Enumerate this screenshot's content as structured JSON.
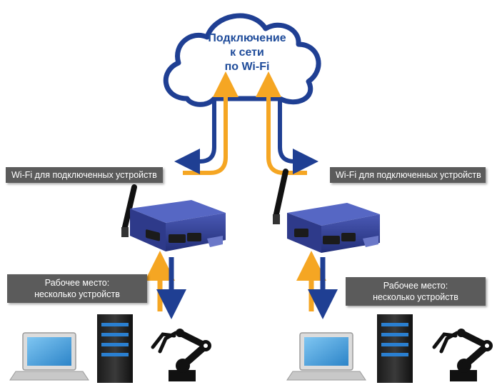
{
  "cloud": {
    "lines": [
      "Подключение",
      "к сети",
      "по Wi-Fi"
    ]
  },
  "labels": {
    "wifi_left": "Wi-Fi для подключенных устройств",
    "wifi_right": "Wi-Fi для подключенных устройств",
    "workplace_left": [
      "Рабочее место:",
      "несколько устройств"
    ],
    "workplace_right": [
      "Рабочее место:",
      "несколько устройств"
    ]
  },
  "colors": {
    "cloud_outline": "#1f3f93",
    "arrow_up": "#f5a623",
    "arrow_down": "#1f3f93",
    "label_bg": "#5b5b5b",
    "device": "#2f3c8c"
  },
  "icons": {
    "cloud": "cloud-icon",
    "server": "wireless-device-server-icon",
    "laptop": "laptop-icon",
    "tower": "server-tower-icon",
    "robot": "robot-arm-icon"
  }
}
